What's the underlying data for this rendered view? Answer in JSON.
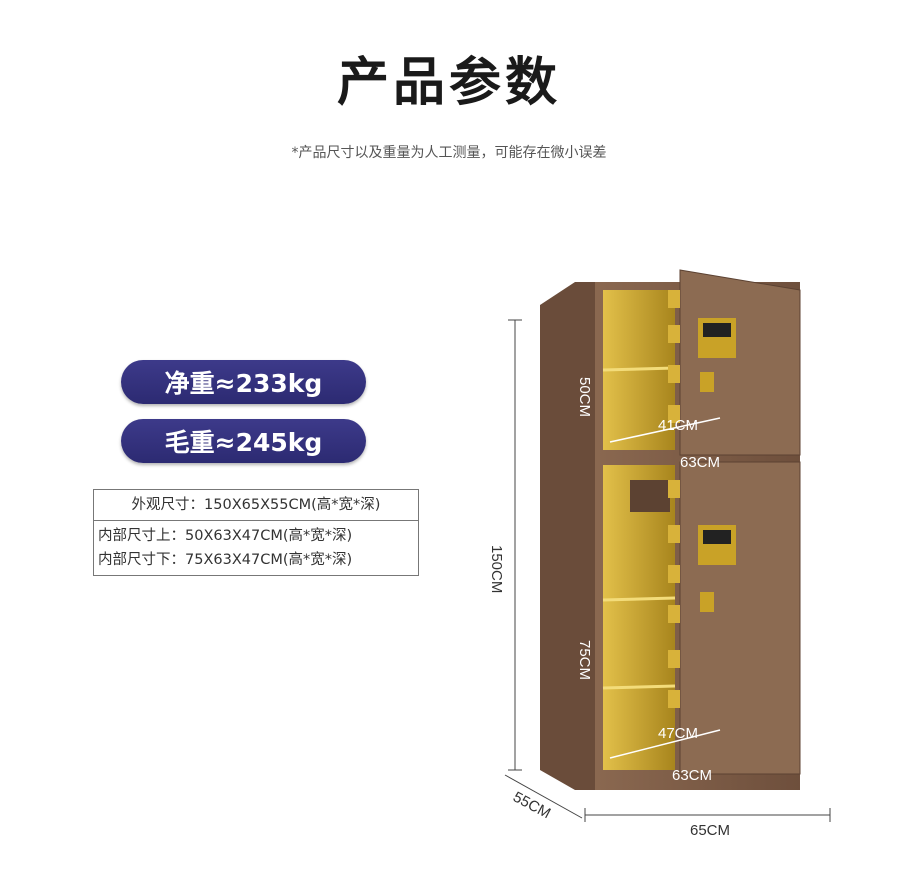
{
  "header": {
    "title": "产品参数",
    "note": "*产品尺寸以及重量为人工测量，可能存在微小误差"
  },
  "weights": {
    "net": "净重≈233kg",
    "gross": "毛重≈245kg"
  },
  "specs": {
    "exterior": "外观尺寸：150X65X55CM(高*宽*深)",
    "interior_upper": "内部尺寸上：50X63X47CM(高*宽*深)",
    "interior_lower": "内部尺寸下：75X63X47CM(高*宽*深)"
  },
  "dimensions": {
    "height": "150CM",
    "width": "65CM",
    "depth": "55CM",
    "upper_height": "50CM",
    "upper_depth": "41CM",
    "upper_width": "63CM",
    "lower_height": "75CM",
    "lower_depth": "47CM",
    "lower_width": "63CM"
  },
  "colors": {
    "pill": "#34317e",
    "safe": "#7a5a45",
    "interior": "#c9a227"
  }
}
